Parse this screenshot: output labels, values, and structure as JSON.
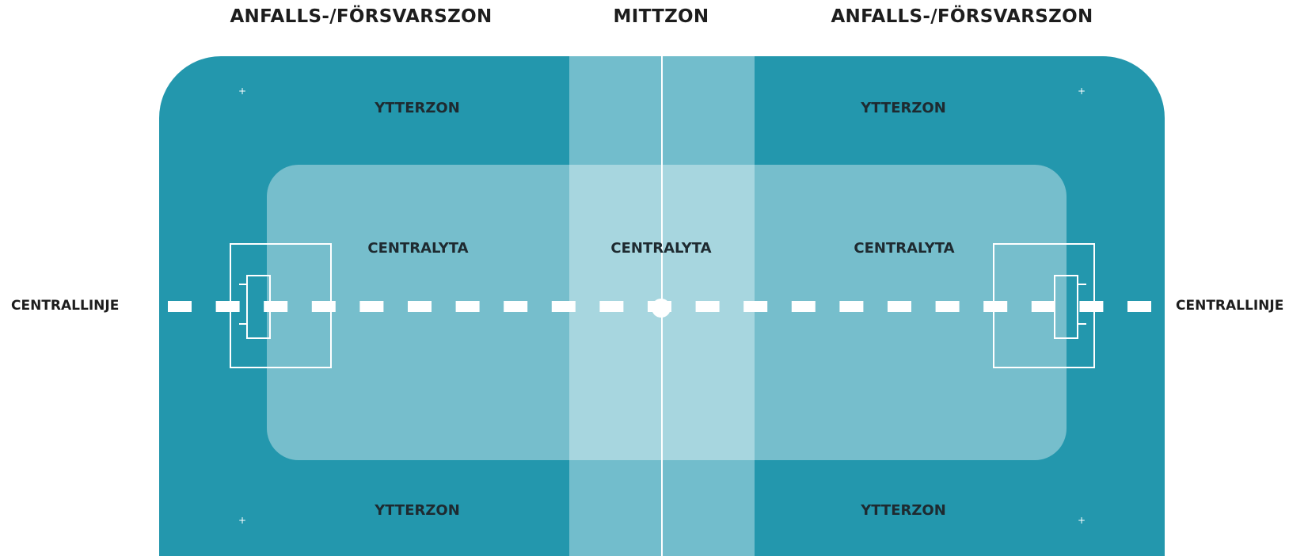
{
  "headers": {
    "left_zone": "ANFALLS-/FÖRSVARSZON",
    "middle_zone": "MITTZON",
    "right_zone": "ANFALLS-/FÖRSVARSZON"
  },
  "side_labels": {
    "left": "CENTRALLINJE",
    "right": "CENTRALLINJE"
  },
  "rink_labels": {
    "outer_top_left": "YTTERZON",
    "outer_top_right": "YTTERZON",
    "outer_bottom_left": "YTTERZON",
    "outer_bottom_right": "YTTERZON",
    "central_left": "CENTRALYTA",
    "central_middle": "CENTRALYTA",
    "central_right": "CENTRALYTA"
  },
  "colors": {
    "rink_outer": "#2397ad",
    "mid_zone": "#72bdcc",
    "central_area_overlay": "rgba(255,255,255,0.38)",
    "lines": "#ffffff",
    "text": "#1d1d1d"
  }
}
